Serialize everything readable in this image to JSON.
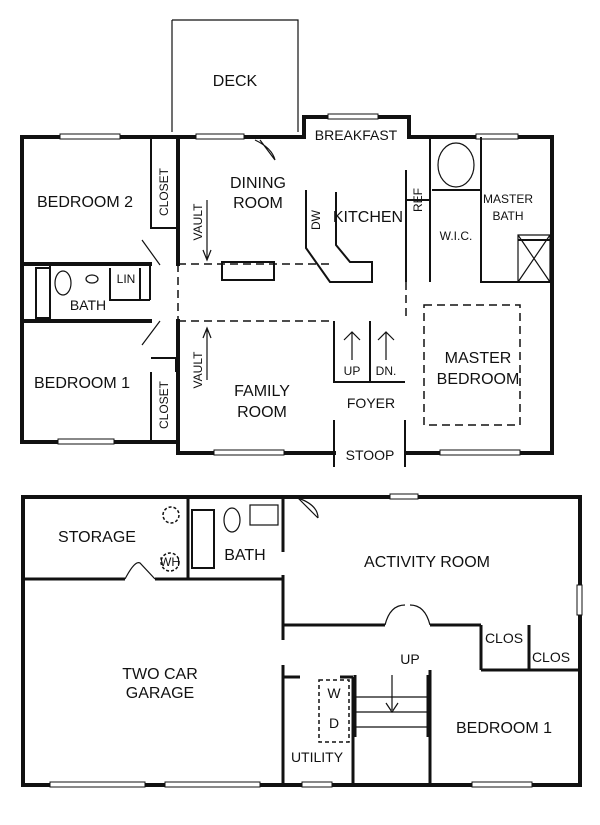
{
  "main_floor": {
    "rooms": {
      "deck": "DECK",
      "breakfast": "BREAKFAST",
      "dining_1": "DINING",
      "dining_2": "ROOM",
      "kitchen": "KITCHEN",
      "bedroom2": "BEDROOM 2",
      "closet_upper": "CLOSET",
      "closet_lower": "CLOSET",
      "bath": "BATH",
      "linen": "LIN",
      "vault_upper": "VAULT",
      "vault_lower": "VAULT",
      "dw": "DW",
      "ref": "REF",
      "wic": "W.I.C.",
      "master_bath_1": "MASTER",
      "master_bath_2": "BATH",
      "bedroom1": "BEDROOM 1",
      "family_1": "FAMILY",
      "family_2": "ROOM",
      "stairs_up": "UP",
      "stairs_down": "DN.",
      "foyer": "FOYER",
      "stoop": "STOOP",
      "master_bedroom_1": "MASTER",
      "master_bedroom_2": "BEDROOM"
    }
  },
  "lower_floor": {
    "rooms": {
      "storage": "STORAGE",
      "wh": "WH",
      "bath": "BATH",
      "activity": "ACTIVITY ROOM",
      "garage_1": "TWO CAR",
      "garage_2": "GARAGE",
      "up": "UP",
      "clos_1": "CLOS",
      "clos_2": "CLOS",
      "washer": "W",
      "dryer": "D",
      "utility": "UTILITY",
      "bedroom1": "BEDROOM 1"
    }
  }
}
